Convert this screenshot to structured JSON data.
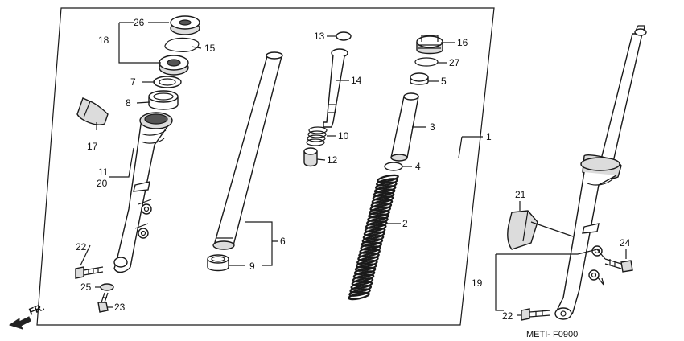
{
  "labels": {
    "p26": "26",
    "p18": "18",
    "p15": "15",
    "p7": "7",
    "p8": "8",
    "p17": "17",
    "p11": "11",
    "p20": "20",
    "p22a": "22",
    "p25": "25",
    "p23": "23",
    "p13": "13",
    "p14": "14",
    "p10": "10",
    "p12": "12",
    "p6": "6",
    "p9": "9",
    "p16": "16",
    "p27": "27",
    "p5": "5",
    "p3": "3",
    "p4": "4",
    "p2": "2",
    "p1": "1",
    "p21": "21",
    "p19": "19",
    "p24": "24",
    "p22b": "22"
  },
  "direction_label": "FR.",
  "diagram_code": "METI- F0900"
}
